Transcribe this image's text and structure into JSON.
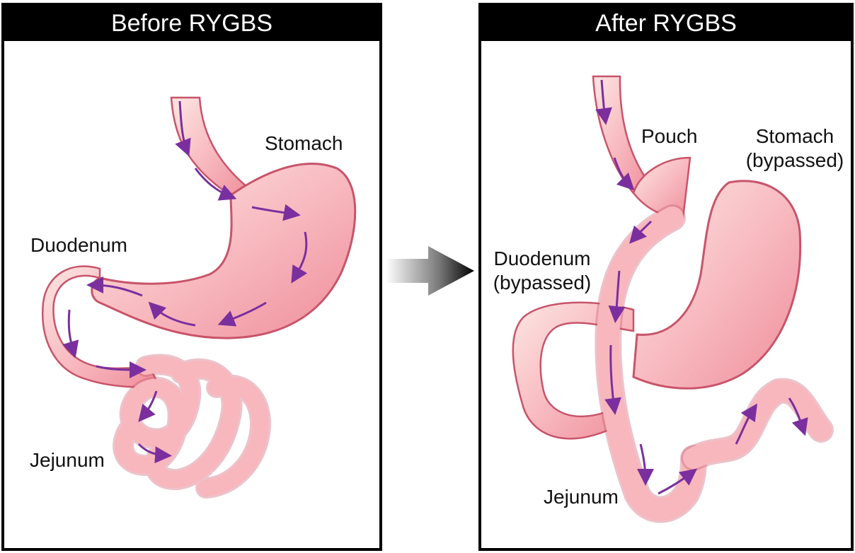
{
  "panels": {
    "before": {
      "title": "Before RYGBS",
      "labels": {
        "stomach": "Stomach",
        "duodenum": "Duodenum",
        "jejunum": "Jejunum"
      }
    },
    "after": {
      "title": "After RYGBS",
      "labels": {
        "pouch": "Pouch",
        "stomach_line1": "Stomach",
        "stomach_line2": "(bypassed)",
        "duodenum_line1": "Duodenum",
        "duodenum_line2": "(bypassed)",
        "jejunum": "Jejunum"
      }
    }
  },
  "colors": {
    "tissue": "#f4a6ae",
    "tissue_outline": "#c8546a",
    "flow_arrow": "#7b2f9e",
    "frame": "#000000"
  }
}
